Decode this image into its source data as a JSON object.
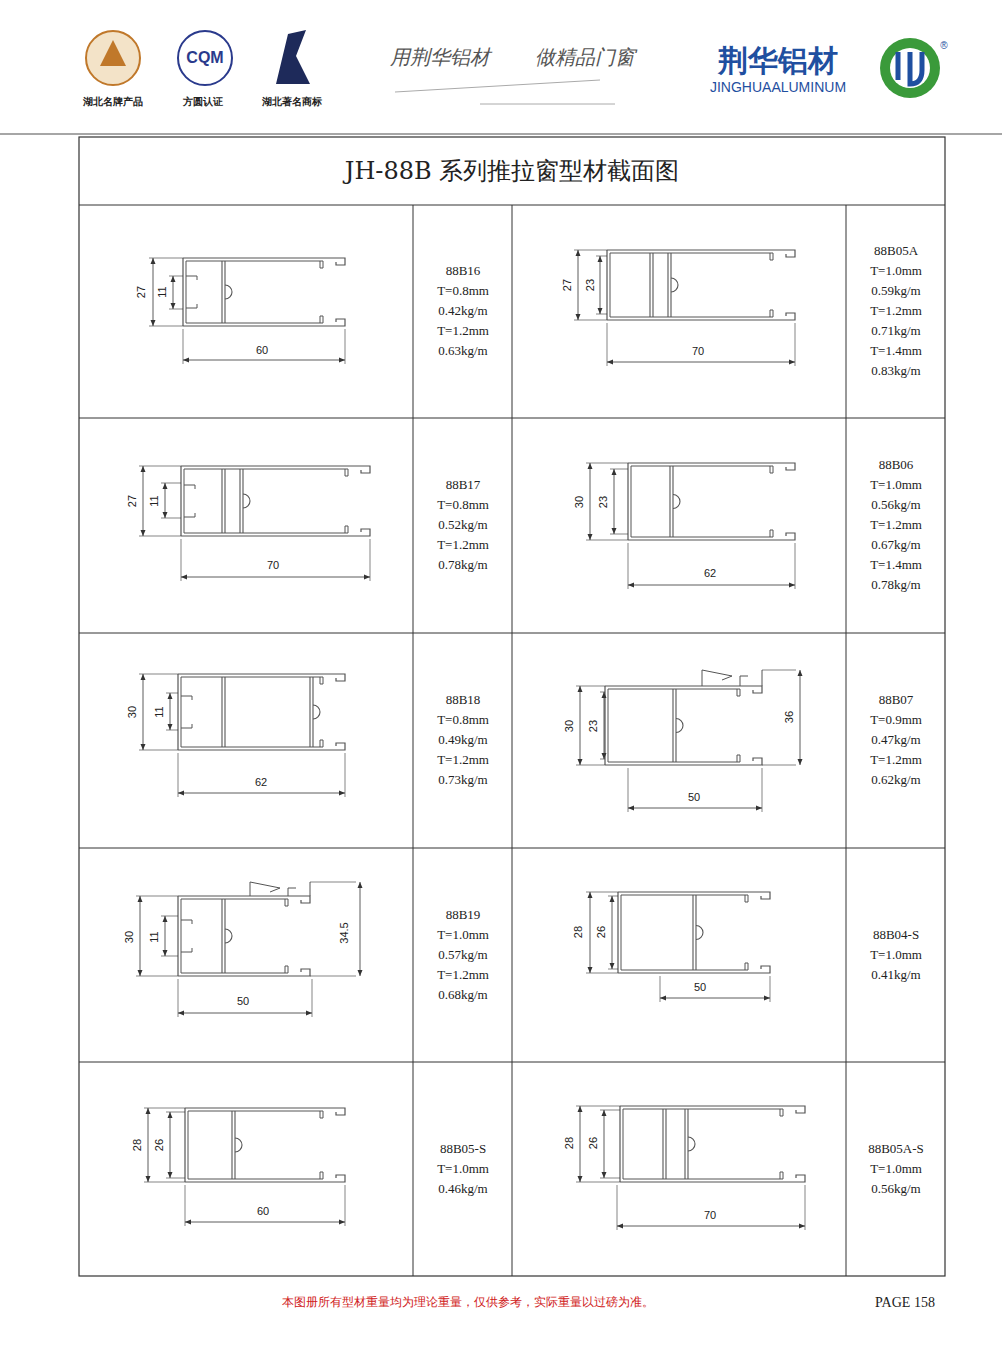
{
  "diagram": {
    "title": "JH-88B 系列推拉窗型材截面图",
    "labels": [
      "湖北名牌产品",
      "CQM",
      "方圆认证",
      "湖北著名商标",
      "用荆华铝材",
      "做精品门窗",
      "荆华铝材",
      "JINGHUAALUMINUM",
      "®",
      "27",
      "11",
      "60",
      "88B16",
      "T=0.8mm",
      "0.42kg/m",
      "T=1.2mm",
      "0.63kg/m",
      "27",
      "23",
      "70",
      "88B05A",
      "T=1.0mm",
      "0.59kg/m",
      "T=1.2mm",
      "0.71kg/m",
      "T=1.4mm",
      "0.83kg/m",
      "27",
      "11",
      "70",
      "88B17",
      "T=0.8mm",
      "0.52kg/m",
      "T=1.2mm",
      "0.78kg/m",
      "30",
      "23",
      "62",
      "88B06",
      "T=1.0mm",
      "0.56kg/m",
      "T=1.2mm",
      "0.67kg/m",
      "T=1.4mm",
      "0.78kg/m",
      "30",
      "11",
      "62",
      "88B18",
      "T=0.8mm",
      "0.49kg/m",
      "T=1.2mm",
      "0.73kg/m",
      "30",
      "23",
      "36",
      "50",
      "88B07",
      "T=0.9mm",
      "0.47kg/m",
      "T=1.2mm",
      "0.62kg/m",
      "30",
      "11",
      "34.5",
      "50",
      "88B19",
      "T=1.0mm",
      "0.57kg/m",
      "T=1.2mm",
      "0.68kg/m",
      "28",
      "26",
      "50",
      "88B04-S",
      "T=1.0mm",
      "0.41kg/m",
      "28",
      "26",
      "60",
      "88B05-S",
      "T=1.0mm",
      "0.46kg/m",
      "28",
      "26",
      "70",
      "88B05A-S",
      "T=1.0mm",
      "0.56kg/m",
      "本图册所有型材重量均为理论重量，仅供参考，实际重量以过磅为准。",
      "PAGE 158"
    ]
  }
}
